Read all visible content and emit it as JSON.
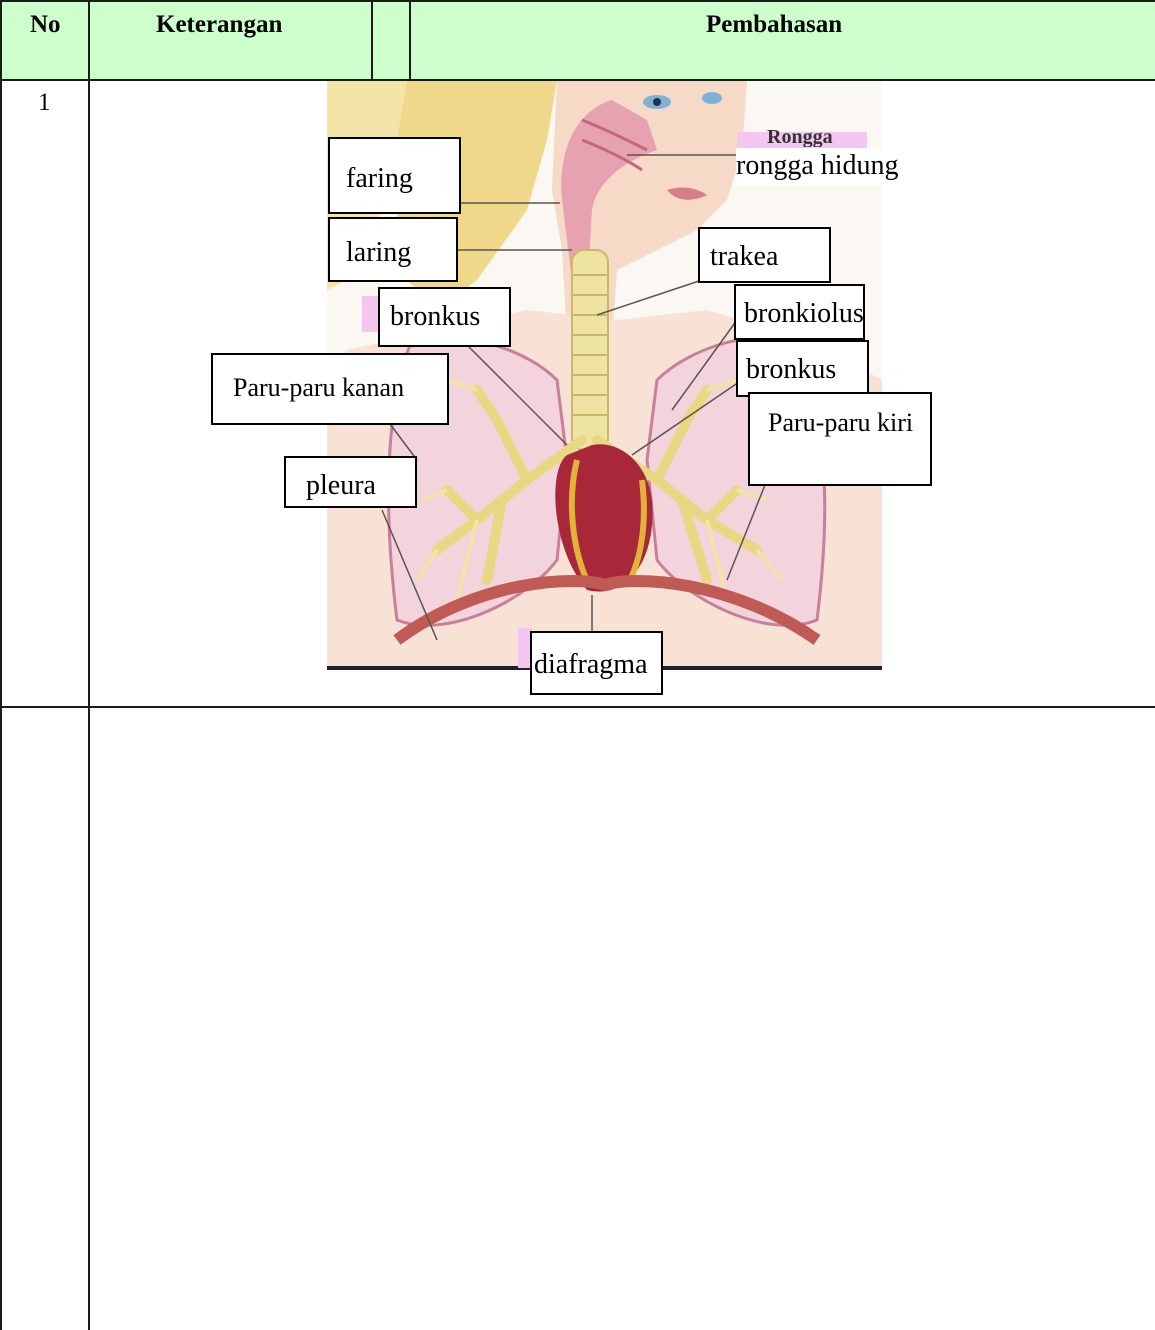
{
  "table": {
    "headers": {
      "no": "No",
      "keterangan": "Keterangan",
      "pembahasan": "Pembahasan"
    },
    "rows": [
      {
        "no": "1"
      }
    ]
  },
  "figure": {
    "labels": {
      "faring": "faring",
      "laring": "laring",
      "rongga_hidung_hidden": "Rongga",
      "rongga_hidung": "rongga hidung",
      "trakea": "trakea",
      "bronkus_left": "bronkus",
      "bronkiolus": "bronkiolus",
      "bronkus_right": "bronkus",
      "paru_kanan": "Paru-paru kanan",
      "paru_kiri": "Paru-paru kiri",
      "pleura": "pleura",
      "diafragma": "diafragma"
    }
  },
  "colors": {
    "header_bg": "#ccffcc",
    "lung": "#f3d3dc",
    "bronchi": "#efe3a2",
    "heart": "#a8283a",
    "skin": "#f6d9c6",
    "hair": "#efd88a"
  }
}
